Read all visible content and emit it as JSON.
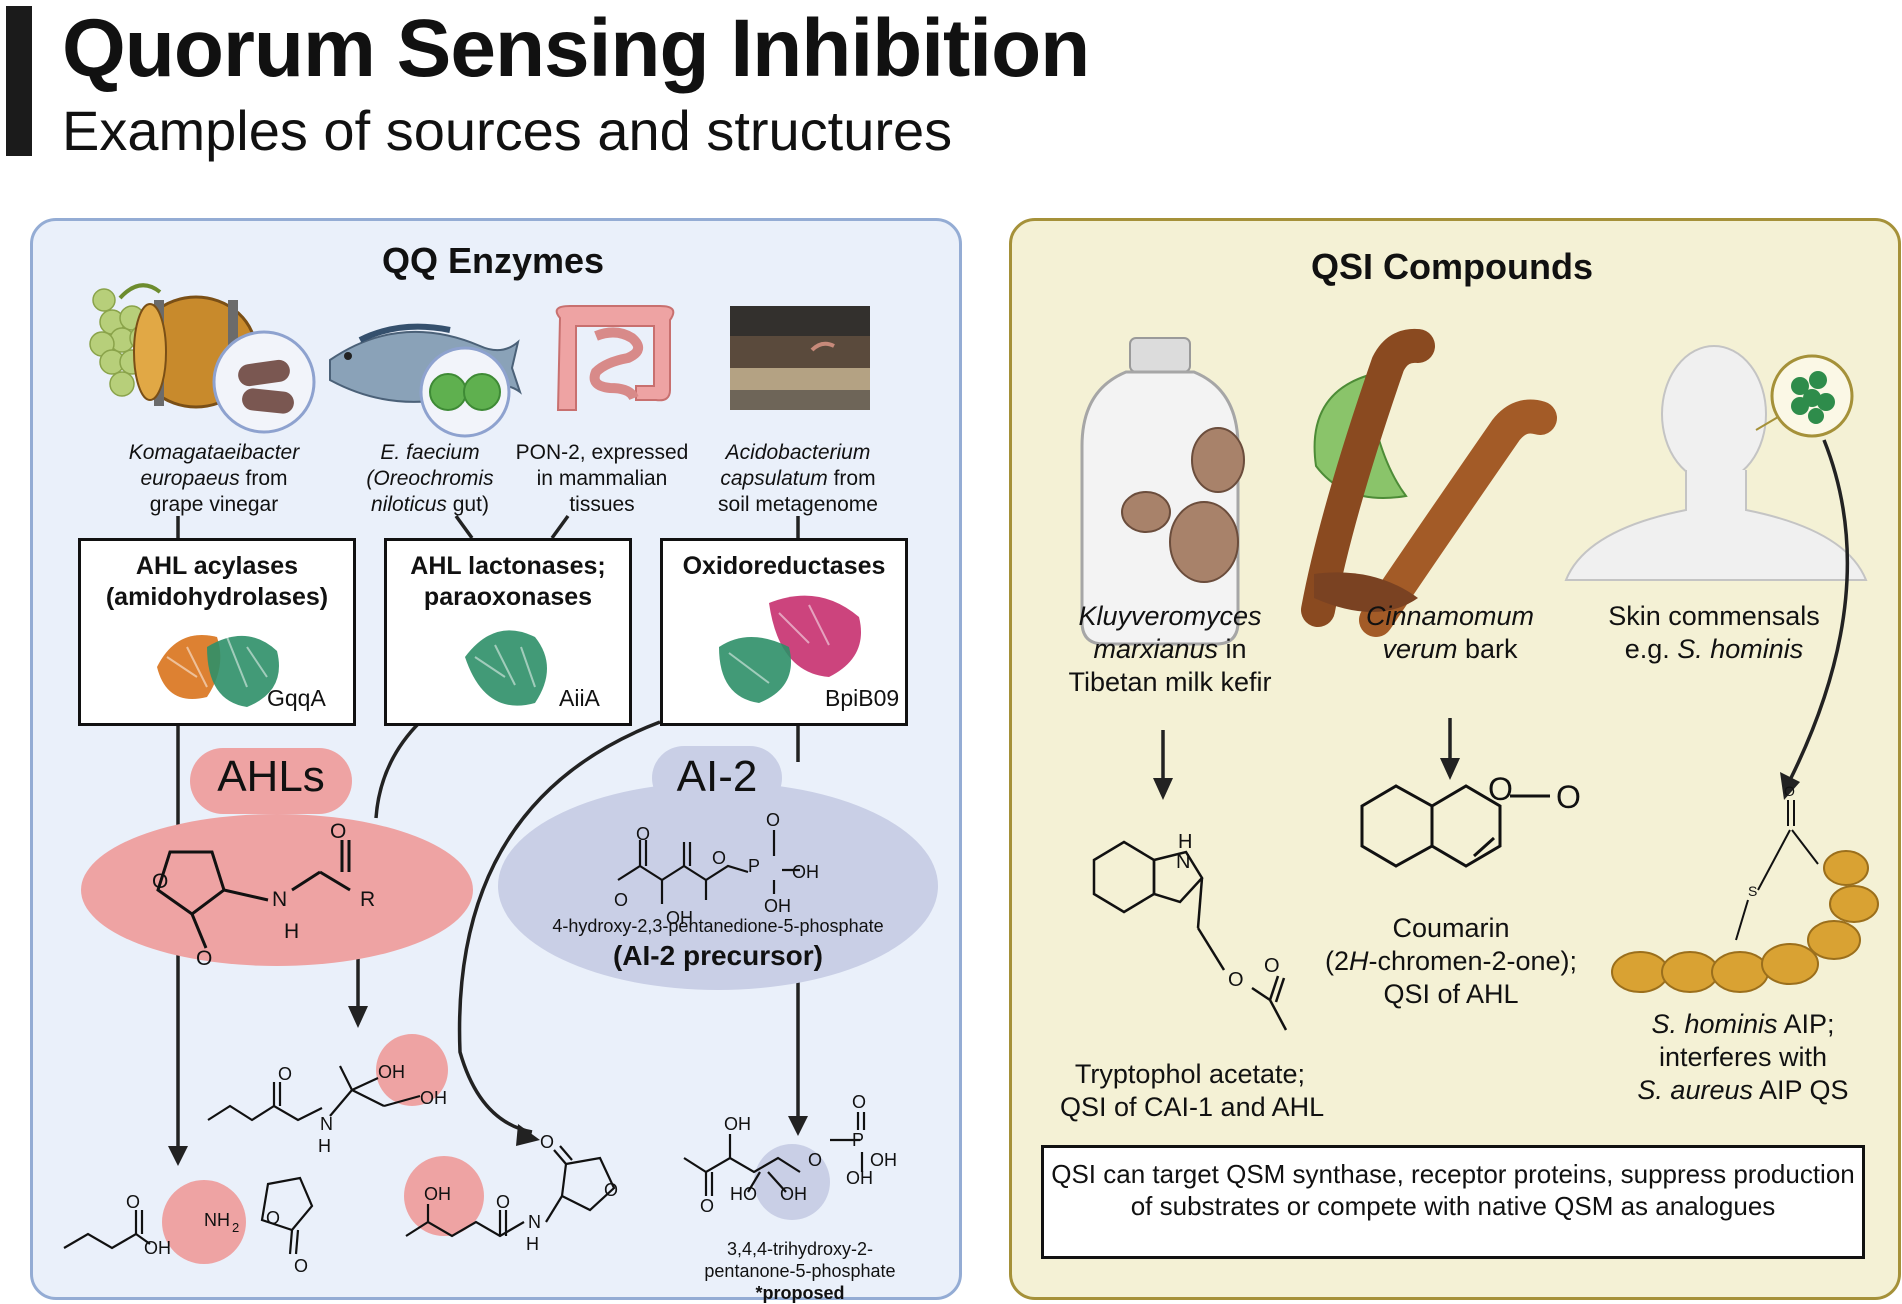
{
  "header": {
    "title": "Quorum Sensing Inhibition",
    "subtitle": "Examples of sources and structures"
  },
  "qq_panel": {
    "title": "QQ Enzymes",
    "sources": [
      {
        "line1": "Komagataeibacter",
        "line2a": "europaeus",
        "line2b": " from",
        "line3": "grape vinegar"
      },
      {
        "line1": "E. faecium",
        "line2": "(Oreochromis",
        "line3a": "niloticus",
        "line3b": " gut)"
      },
      {
        "line1": "PON-2, expressed",
        "line2": "in mammalian",
        "line3": "tissues"
      },
      {
        "line1": "Acidobacterium",
        "line2a": "capsulatum",
        "line2b": " from",
        "line3": "soil metagenome"
      }
    ],
    "enzymes": [
      {
        "line1": "AHL acylases",
        "line2": "(amidohydrolases)",
        "protein": "GqqA"
      },
      {
        "line1": "AHL lactonases;",
        "line2": "paraoxonases",
        "protein": "AiiA"
      },
      {
        "line1": "Oxidoreductases",
        "line2": "",
        "protein": "BpiB09"
      }
    ],
    "ahls": {
      "label": "AHLs",
      "r_group": "R"
    },
    "ai2": {
      "label": "AI-2",
      "compound": "4-hydroxy-2,3-pentanedione-5-phosphate",
      "note": "(AI-2 precursor)"
    },
    "products": {
      "proposed_name_line1": "3,4,4-trihydroxy-2-",
      "proposed_name_line2": "pentanone-5-phosphate",
      "proposed_note": "*proposed"
    }
  },
  "qsi_panel": {
    "title": "QSI Compounds",
    "sources": [
      {
        "line1": "Kluyveromyces",
        "line2a": "marxianus",
        "line2b": " in",
        "line3": "Tibetan milk kefir"
      },
      {
        "line1": "Cinnamomum",
        "line2a": "verum",
        "line2b": " bark"
      },
      {
        "line1": "Skin commensals",
        "line2a": "e.g. ",
        "line2b": "S. hominis"
      }
    ],
    "compounds": [
      {
        "line1": "Tryptophol acetate;",
        "line2": "QSI of CAI-1 and AHL"
      },
      {
        "line1": "Coumarin",
        "line2a": "(2",
        "line2b": "H",
        "line2c": "-chromen-2-one);",
        "line3": "QSI of AHL"
      },
      {
        "line1a": "S. hominis",
        "line1b": " AIP;",
        "line2": "interferes with",
        "line3a": "S. aureus",
        "line3b": " AIP QS"
      }
    ],
    "note": "QSI can target QSM synthase, receptor proteins, suppress production of substrates or compete with native QSM as analogues"
  },
  "colors": {
    "qq_bg": "#eaf0fa",
    "qq_border": "#94acd4",
    "qsi_bg": "#f4f1d5",
    "qsi_border": "#a59139",
    "ahl_highlight": "#eea3a3",
    "ai2_highlight": "#c9cfe6",
    "aip_bead": "#d9a233"
  }
}
